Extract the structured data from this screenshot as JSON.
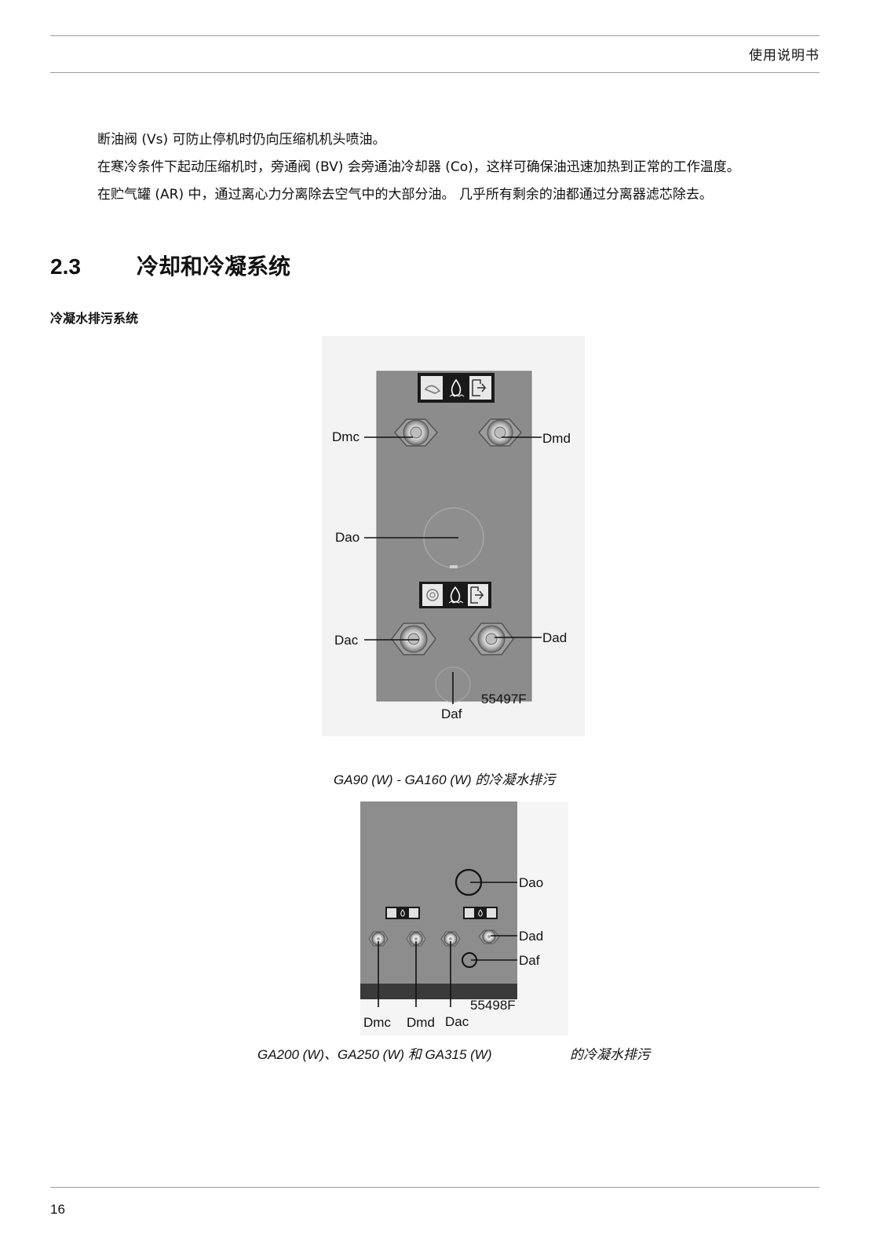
{
  "header": {
    "title": "使用说明书"
  },
  "body": {
    "paragraphs": [
      "断油阀 (Vs) 可防止停机时仍向压缩机机头喷油。",
      "在寒冷条件下起动压缩机时，旁通阀 (BV) 会旁通油冷却器 (Co)，这样可确保油迅速加热到正常的工作温度。",
      "在贮气罐 (AR) 中，通过离心力分离除去空气中的大部分油。 几乎所有剩余的油都通过分离器滤芯除去。"
    ]
  },
  "section": {
    "number": "2.3",
    "title": "冷却和冷凝系统"
  },
  "subsection": {
    "title": "冷凝水排污系统"
  },
  "figure1": {
    "labels": {
      "dmc": "Dmc",
      "dmd": "Dmd",
      "dao": "Dao",
      "dac": "Dac",
      "dad": "Dad",
      "daf": "Daf"
    },
    "code": "55497F",
    "caption": "GA90 (W) - GA160 (W) 的冷凝水排污"
  },
  "figure2": {
    "labels": {
      "dao": "Dao",
      "dad": "Dad",
      "daf": "Daf",
      "dmc": "Dmc",
      "dmd": "Dmd",
      "dac": "Dac"
    },
    "code": "55498F",
    "caption_left": "GA200 (W)、GA250 (W) 和 GA315 (W)",
    "caption_right": "的冷凝水排污"
  },
  "footer": {
    "page_number": "16"
  }
}
